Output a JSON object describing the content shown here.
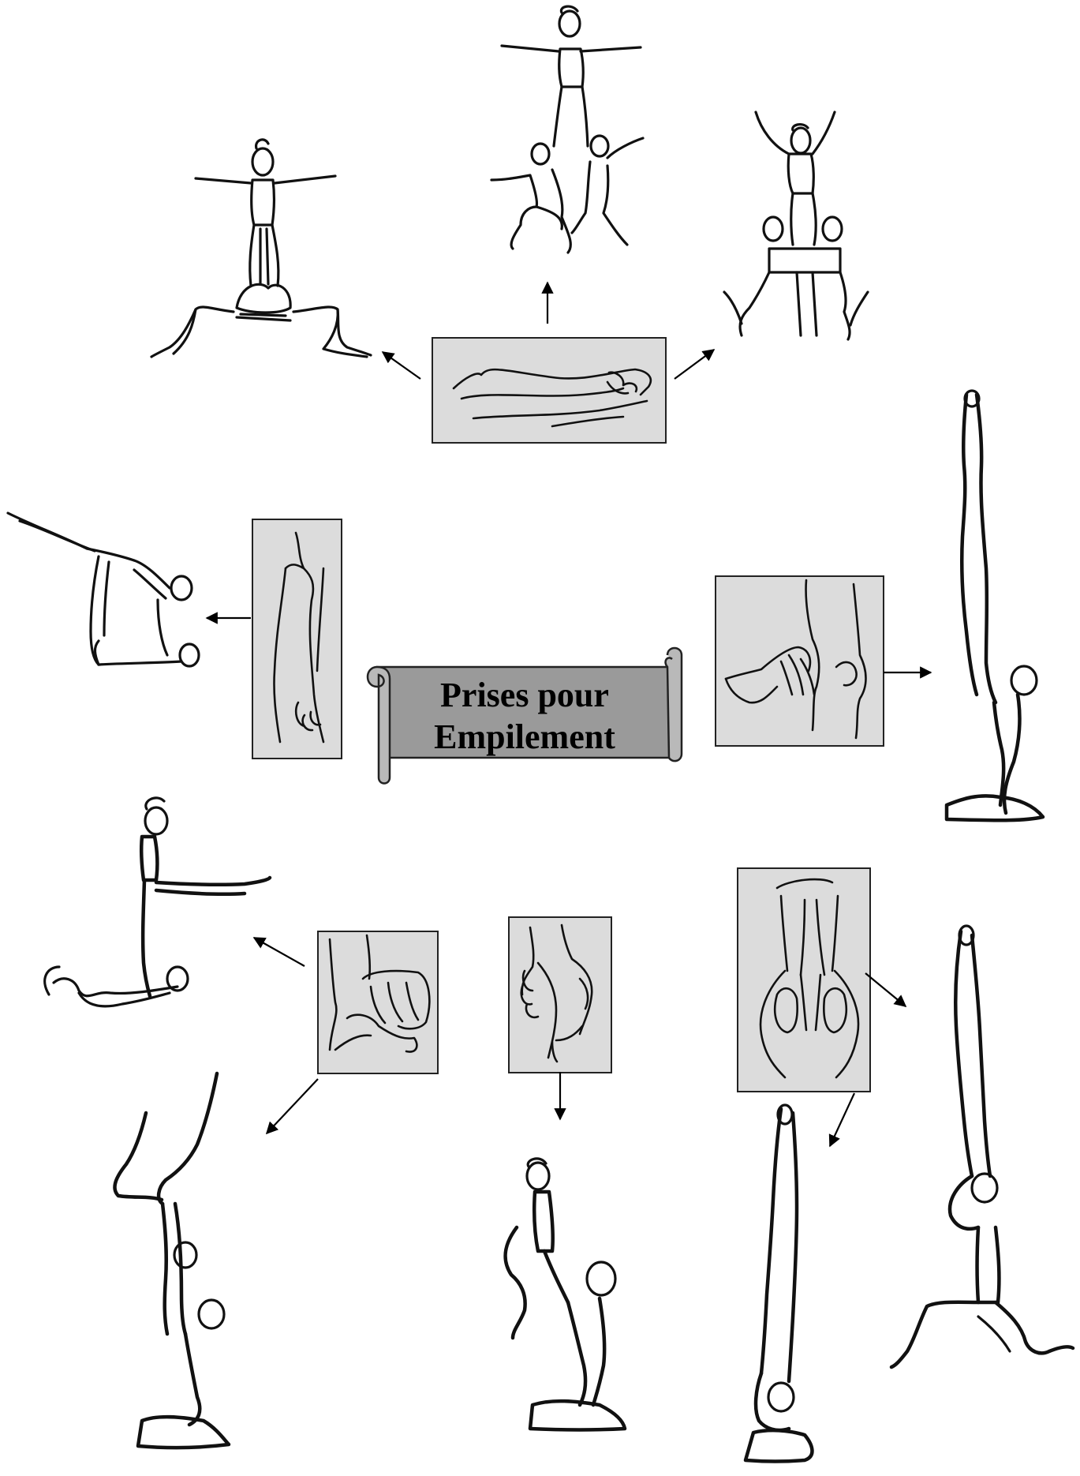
{
  "title": {
    "line1": "Prises pour",
    "line2": "Empilement"
  },
  "colors": {
    "grip_box_fill": "#dcdcdc",
    "scroll_fill": "#9a9a9a",
    "line": "#111111"
  },
  "icons": {
    "grip_boxes": [
      "forearm-grip-icon",
      "arm-grip-icon",
      "hand-ankle-grip-icon",
      "fist-grip-icon",
      "hand-to-hand-grip-icon",
      "two-hands-grip-icon"
    ],
    "figures": [
      "acrobat-pyramid-figure",
      "acrobat-stack-figure"
    ]
  }
}
